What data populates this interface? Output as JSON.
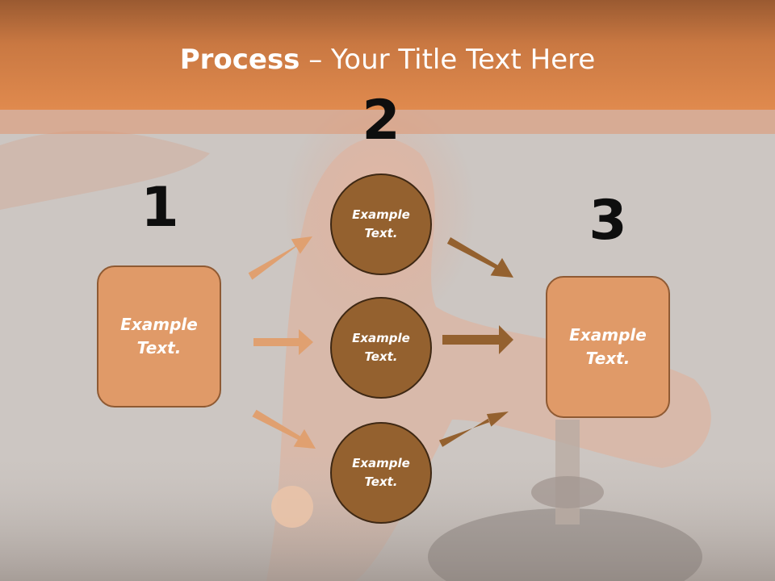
{
  "title": {
    "bold": "Process",
    "rest": " – Your Title Text Here"
  },
  "steps": {
    "one": "1",
    "two": "2",
    "three": "3"
  },
  "boxes": {
    "left": "Example Text.",
    "right": "Example Text."
  },
  "circles": {
    "top": "Example Text.",
    "middle": "Example Text.",
    "bottom": "Example Text."
  },
  "colors": {
    "title_band": "#e08a4e",
    "box_fill": "#e09a68",
    "circle_fill": "#94612f",
    "light_arrow": "#e0a070",
    "dark_arrow": "#94612f"
  }
}
